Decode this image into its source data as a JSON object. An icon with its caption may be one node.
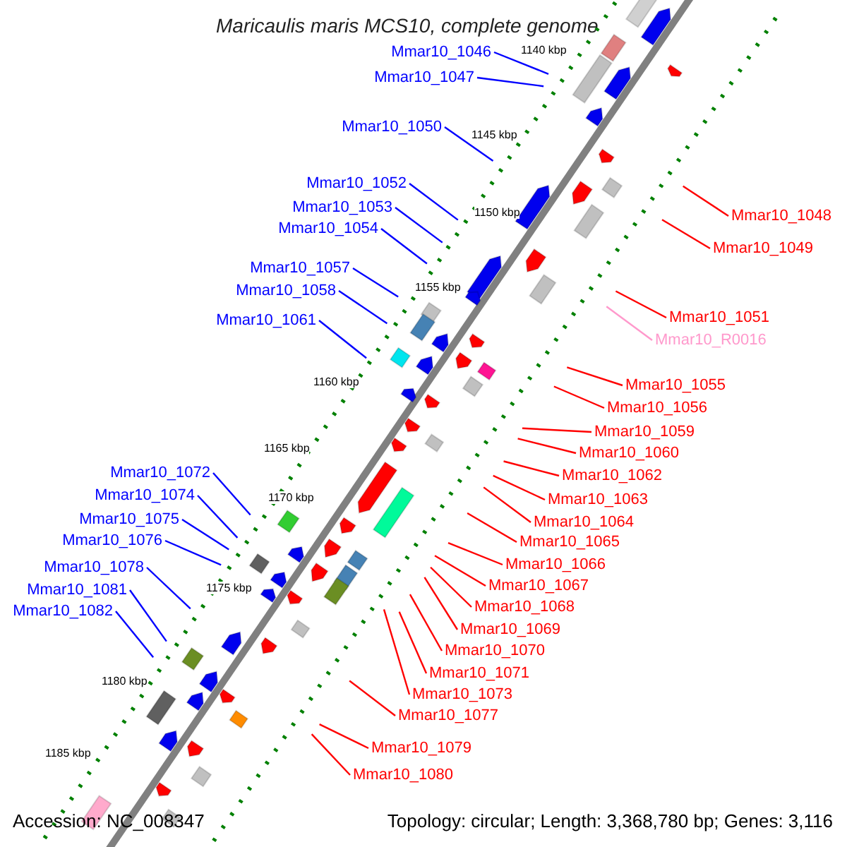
{
  "diagram": {
    "title": "Maricaulis maris MCS10, complete genome",
    "nodes": [
      {
        "text": [
          "Mmar10_1046"
        ]
      },
      {
        "text": [
          "Mmar10_1047"
        ]
      },
      {
        "text": [
          "Mmar10_1050"
        ]
      },
      {
        "text": [
          "Mmar10_1052"
        ]
      },
      {
        "text": [
          "Mmar10_1053"
        ]
      },
      {
        "text": [
          "Mmar10_1054"
        ]
      },
      {
        "text": [
          "Mmar10_1057"
        ]
      },
      {
        "text": [
          "Mmar10_1058"
        ]
      },
      {
        "text": [
          "Mmar10_1061"
        ]
      },
      {
        "text": [
          "Mmar10_1072"
        ]
      },
      {
        "text": [
          "Mmar10_1074"
        ]
      },
      {
        "text": [
          "Mmar10_1075"
        ]
      },
      {
        "text": [
          "Mmar10_1076"
        ]
      },
      {
        "text": [
          "Mmar10_1078"
        ]
      },
      {
        "text": [
          "Mmar10_1081"
        ]
      },
      {
        "text": [
          "Mmar10_1082"
        ]
      },
      {
        "text": [
          "Mmar10_1048"
        ]
      },
      {
        "text": [
          "Mmar10_1049"
        ]
      },
      {
        "text": [
          "Mmar10_1051"
        ]
      },
      {
        "text": [
          "Mmar10_R0016"
        ]
      },
      {
        "text": [
          "Mmar10_1055"
        ]
      },
      {
        "text": [
          "Mmar10_1056"
        ]
      },
      {
        "text": [
          "Mmar10_1059"
        ]
      },
      {
        "text": [
          "Mmar10_1060"
        ]
      },
      {
        "text": [
          "Mmar10_1062"
        ]
      },
      {
        "text": [
          "Mmar10_1063"
        ]
      },
      {
        "text": [
          "Mmar10_1064"
        ]
      },
      {
        "text": [
          "Mmar10_1065"
        ]
      },
      {
        "text": [
          "Mmar10_1066"
        ]
      },
      {
        "text": [
          "Mmar10_1067"
        ]
      },
      {
        "text": [
          "Mmar10_1068"
        ]
      },
      {
        "text": [
          "Mmar10_1069"
        ]
      },
      {
        "text": [
          "Mmar10_1070"
        ]
      },
      {
        "text": [
          "Mmar10_1071"
        ]
      },
      {
        "text": [
          "Mmar10_1073"
        ]
      },
      {
        "text": [
          "Mmar10_1077"
        ]
      },
      {
        "text": [
          "Mmar10_1079"
        ]
      },
      {
        "text": [
          "Mmar10_1080"
        ]
      }
    ],
    "edges": [
      {
        "from": 0,
        "to": null,
        "arrow": "none",
        "color": "#0000ff"
      },
      {
        "from": 1,
        "to": null,
        "arrow": "none",
        "color": "#0000ff"
      },
      {
        "from": 2,
        "to": null,
        "arrow": "none",
        "color": "#0000ff"
      },
      {
        "from": 3,
        "to": null,
        "arrow": "none",
        "color": "#0000ff"
      },
      {
        "from": 4,
        "to": null,
        "arrow": "none",
        "color": "#0000ff"
      },
      {
        "from": 5,
        "to": null,
        "arrow": "none",
        "color": "#0000ff"
      },
      {
        "from": 6,
        "to": null,
        "arrow": "none",
        "color": "#0000ff"
      },
      {
        "from": 7,
        "to": null,
        "arrow": "none",
        "color": "#0000ff"
      },
      {
        "from": 8,
        "to": null,
        "arrow": "none",
        "color": "#0000ff"
      },
      {
        "from": 9,
        "to": null,
        "arrow": "none",
        "color": "#0000ff"
      },
      {
        "from": 10,
        "to": null,
        "arrow": "none",
        "color": "#0000ff"
      },
      {
        "from": 11,
        "to": null,
        "arrow": "none",
        "color": "#0000ff"
      },
      {
        "from": 12,
        "to": null,
        "arrow": "none",
        "color": "#0000ff"
      },
      {
        "from": 13,
        "to": null,
        "arrow": "none",
        "color": "#0000ff"
      },
      {
        "from": 14,
        "to": null,
        "arrow": "none",
        "color": "#0000ff"
      },
      {
        "from": 15,
        "to": null,
        "arrow": "none",
        "color": "#0000ff"
      },
      {
        "from": 16,
        "to": null,
        "arrow": "none"
      },
      {
        "from": 17,
        "to": null,
        "arrow": "none"
      },
      {
        "from": 18,
        "to": null,
        "arrow": "none"
      },
      {
        "from": 19,
        "to": null,
        "arrow": "none",
        "color": "#ff99cc"
      },
      {
        "from": 20,
        "to": null,
        "arrow": "none"
      },
      {
        "from": 21,
        "to": null,
        "arrow": "none"
      },
      {
        "from": 22,
        "to": null,
        "arrow": "none"
      },
      {
        "from": 23,
        "to": null,
        "arrow": "none"
      },
      {
        "from": 24,
        "to": null,
        "arrow": "none"
      },
      {
        "from": 25,
        "to": null,
        "arrow": "none"
      },
      {
        "from": 26,
        "to": null,
        "arrow": "none"
      },
      {
        "from": 27,
        "to": null,
        "arrow": "none"
      },
      {
        "from": 28,
        "to": null,
        "arrow": "none"
      },
      {
        "from": 29,
        "to": null,
        "arrow": "none"
      },
      {
        "from": 30,
        "to": null,
        "arrow": "none"
      },
      {
        "from": 31,
        "to": null,
        "arrow": "none"
      },
      {
        "from": 32,
        "to": null,
        "arrow": "none"
      },
      {
        "from": 33,
        "to": null,
        "arrow": "none"
      },
      {
        "from": 34,
        "to": null,
        "arrow": "none"
      },
      {
        "from": 35,
        "to": null,
        "arrow": "none"
      },
      {
        "from": 36,
        "to": null,
        "arrow": "none"
      },
      {
        "from": 37,
        "to": null,
        "arrow": "none"
      }
    ],
    "labels": [
      "1140 kbp",
      "1145 kbp",
      "1150 kbp",
      "1155 kbp",
      "1160 kbp",
      "1165 kbp",
      "1170 kbp",
      "1175 kbp",
      "1180 kbp",
      "1185 kbp",
      "Accession: NC_008347",
      "Topology: circular; Length: 3,368,780 bp; Genes: 3,116"
    ]
  }
}
